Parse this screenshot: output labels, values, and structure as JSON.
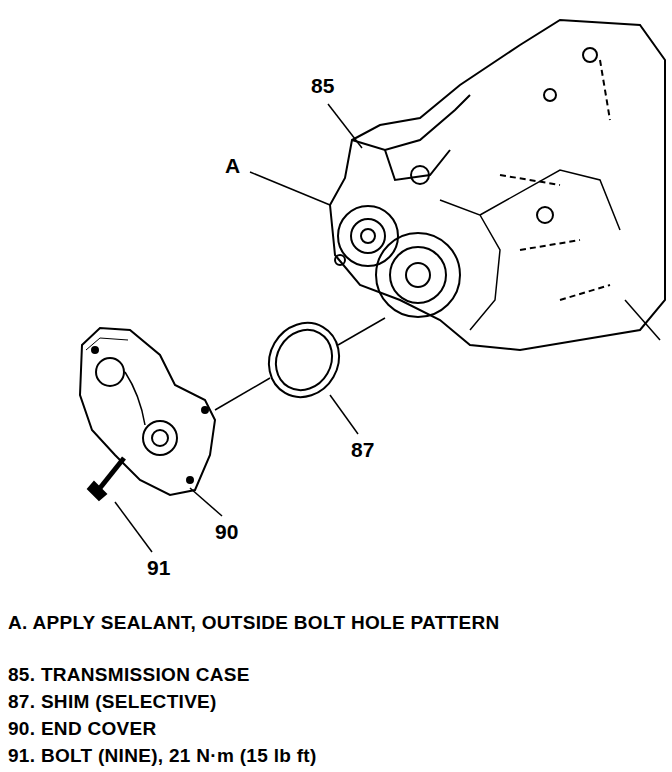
{
  "diagram": {
    "labels": [
      "85",
      "A",
      "87",
      "90",
      "91",
      "A. APPLY SEALANT, OUTSIDE BOLT HOLE PATTERN",
      "85. TRANSMISSION CASE",
      "87. SHIM (SELECTIVE)",
      "90. END COVER",
      "91. BOLT (NINE), 21 N·m (15 lb ft)"
    ]
  }
}
